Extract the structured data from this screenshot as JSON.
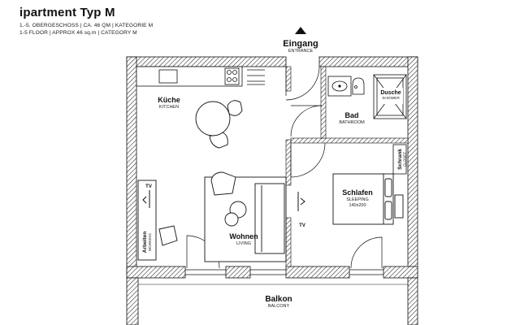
{
  "header": {
    "title": "ipartment Typ M",
    "subtitle_de": "1.-5. OBERGESCHOSS | CA. 46 QM | KATEGORIE M",
    "subtitle_en": "1-5 FLOOR | APPROX 46 sq.m | CATEGORY M"
  },
  "entrance": {
    "label": "Eingang",
    "sublabel": "ENTRANCE"
  },
  "rooms": {
    "kitchen": {
      "label": "Küche",
      "sublabel": "KITCHEN"
    },
    "bath": {
      "label": "Bad",
      "sublabel": "BATHROOM"
    },
    "shower": {
      "label": "Dusche",
      "sublabel": "SHOWER"
    },
    "closet": {
      "label": "Schrank",
      "sublabel": "CLOSET"
    },
    "sleeping": {
      "label": "Schlafen",
      "sublabel": "SLEEPING",
      "bed_size": "140x200"
    },
    "living": {
      "label": "Wohnen",
      "sublabel": "LIVING"
    },
    "working": {
      "label": "Arbeiten",
      "sublabel": "WORKING"
    },
    "balcony": {
      "label": "Balkon",
      "sublabel": "BALCONY"
    }
  },
  "tv": {
    "left_label": "TV",
    "right_label": "TV"
  },
  "colors": {
    "line": "#111111",
    "wall_hatch": "#333333",
    "background": "#ffffff"
  }
}
